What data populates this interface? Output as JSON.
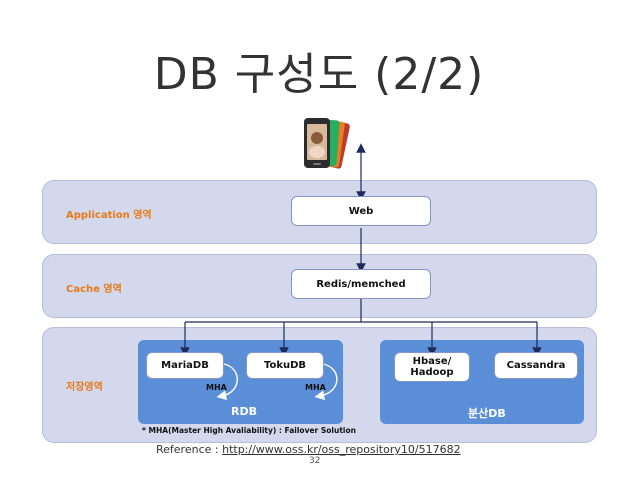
{
  "title": "DB 구성도 (2/2)",
  "layers": {
    "application": "Application 영역",
    "cache": "Cache 영역",
    "storage": "저장영역"
  },
  "nodes": {
    "web": "Web",
    "cache": "Redis/memched",
    "mariadb": "MariaDB",
    "tokudb": "TokuDB",
    "hbase_line1": "Hbase/",
    "hbase_line2": "Hadoop",
    "cassandra": "Cassandra"
  },
  "groups": {
    "rdb": "RDB",
    "distributed": "분산DB"
  },
  "mha_label": "MHA",
  "note": "* MHA(Master High Avaliability) : Failover Solution",
  "reference": {
    "prefix": "Reference : ",
    "url": "http://www.oss.kr/oss_repository10/517682"
  },
  "page_number": "32",
  "colors": {
    "layer_fill": "#d4d8ec",
    "layer_label": "#e67a17",
    "group_fill": "#5a8fd8",
    "node_border": "#8496c8"
  },
  "icons": {
    "client": "smartphone-icon"
  }
}
